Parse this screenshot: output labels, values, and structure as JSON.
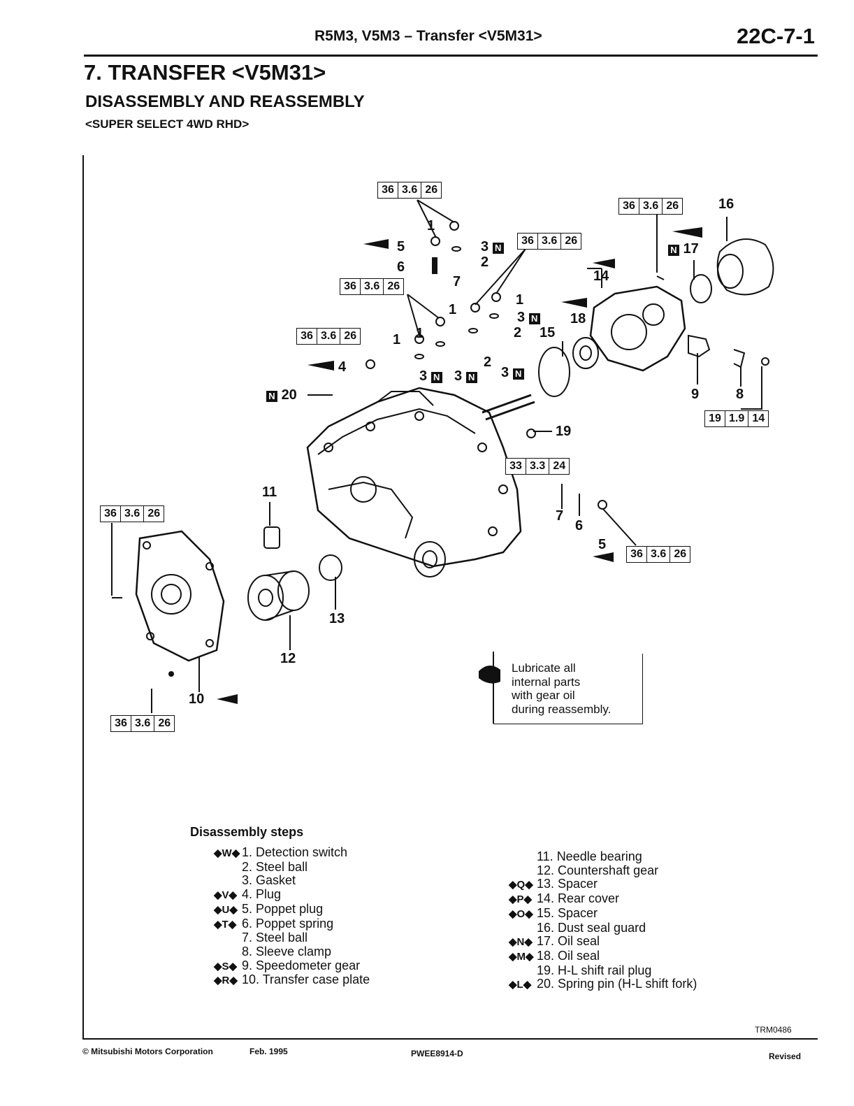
{
  "header": {
    "title": "R5M3, V5M3 – Transfer <V5M31>",
    "page_number": "22C-7-1"
  },
  "section": {
    "title": "7. TRANSFER <V5M31>",
    "subtitle": "DISASSEMBLY AND REASSEMBLY",
    "variant": "<SUPER SELECT 4WD RHD>"
  },
  "torque_specs": {
    "t36": [
      "36",
      "3.6",
      "26"
    ],
    "t19": [
      "19",
      "1.9",
      "14"
    ],
    "t33": [
      "33",
      "3.3",
      "24"
    ]
  },
  "callouts": [
    "1",
    "2",
    "3",
    "4",
    "5",
    "6",
    "7",
    "8",
    "9",
    "10",
    "11",
    "12",
    "13",
    "14",
    "15",
    "16",
    "17",
    "18",
    "19",
    "20"
  ],
  "badge_letter": "N",
  "lube_note": {
    "line1": "Lubricate all",
    "line2": "internal parts",
    "line3": "with gear oil",
    "line4": "during reassembly."
  },
  "disassembly": {
    "title": "Disassembly steps",
    "left": [
      {
        "code": "◆W◆",
        "text": "1. Detection switch"
      },
      {
        "code": "",
        "text": "2. Steel ball"
      },
      {
        "code": "",
        "text": "3. Gasket"
      },
      {
        "code": "◆V◆",
        "text": "4. Plug"
      },
      {
        "code": "◆U◆",
        "text": "5. Poppet plug"
      },
      {
        "code": "◆T◆",
        "text": "6. Poppet spring"
      },
      {
        "code": "",
        "text": "7. Steel ball"
      },
      {
        "code": "",
        "text": "8. Sleeve clamp"
      },
      {
        "code": "◆S◆",
        "text": "9. Speedometer gear"
      },
      {
        "code": "◆R◆",
        "text": "10. Transfer case plate"
      }
    ],
    "right": [
      {
        "code": "",
        "text": "11. Needle bearing"
      },
      {
        "code": "",
        "text": "12. Countershaft gear"
      },
      {
        "code": "◆Q◆",
        "text": "13. Spacer"
      },
      {
        "code": "◆P◆",
        "text": "14. Rear cover"
      },
      {
        "code": "◆O◆",
        "text": "15. Spacer"
      },
      {
        "code": "",
        "text": "16. Dust seal guard"
      },
      {
        "code": "◆N◆",
        "text": "17. Oil seal"
      },
      {
        "code": "◆M◆",
        "text": "18. Oil seal"
      },
      {
        "code": "",
        "text": "19. H-L shift rail plug"
      },
      {
        "code": "◆L◆",
        "text": "20. Spring pin (H-L shift fork)"
      }
    ]
  },
  "figure_code": "TRM0486",
  "footer": {
    "copyright": "© Mitsubishi Motors Corporation",
    "date": "Feb. 1995",
    "doc_code": "PWEE8914-D",
    "status": "Revised"
  }
}
